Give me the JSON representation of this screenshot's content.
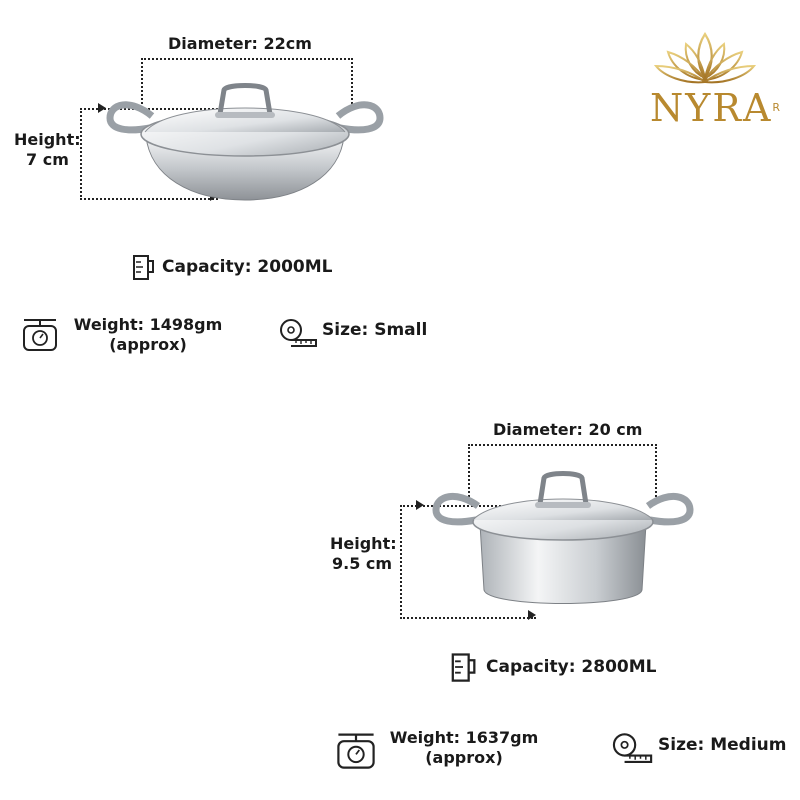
{
  "brand": {
    "name": "NYRA",
    "mark": "R"
  },
  "product1": {
    "diameter": "Diameter: 22cm",
    "height_label": "Height:",
    "height_value": "7 cm",
    "capacity": "Capacity: 2000ML",
    "weight_line1": "Weight: 1498gm",
    "weight_line2": "(approx)",
    "size": "Size: Small"
  },
  "product2": {
    "diameter": "Diameter: 20 cm",
    "height_label": "Height:",
    "height_value": "9.5 cm",
    "capacity": "Capacity: 2800ML",
    "weight_line1": "Weight: 1637gm",
    "weight_line2": "(approx)",
    "size": "Size: Medium"
  },
  "icons": {
    "capacity": "measuring-jug-icon",
    "weight": "weighing-scale-icon",
    "size": "measuring-tape-icon"
  },
  "colors": {
    "gold": "#b8892f",
    "steel": "#c9cdd2",
    "text": "#1a1a1a"
  }
}
